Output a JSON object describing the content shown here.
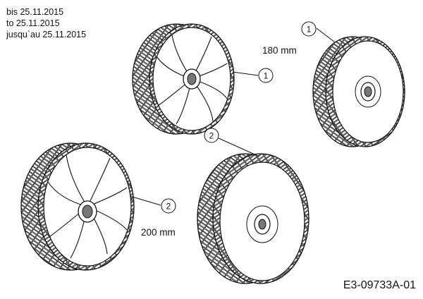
{
  "dates": [
    "bis 25.11.2015",
    "to 25.11.2015",
    "jusqu`au 25.11.2015"
  ],
  "sizes": {
    "small": "180 mm",
    "large": "200 mm"
  },
  "callouts": {
    "one": "1",
    "two": "2"
  },
  "document_code": "E3-09733A-01"
}
